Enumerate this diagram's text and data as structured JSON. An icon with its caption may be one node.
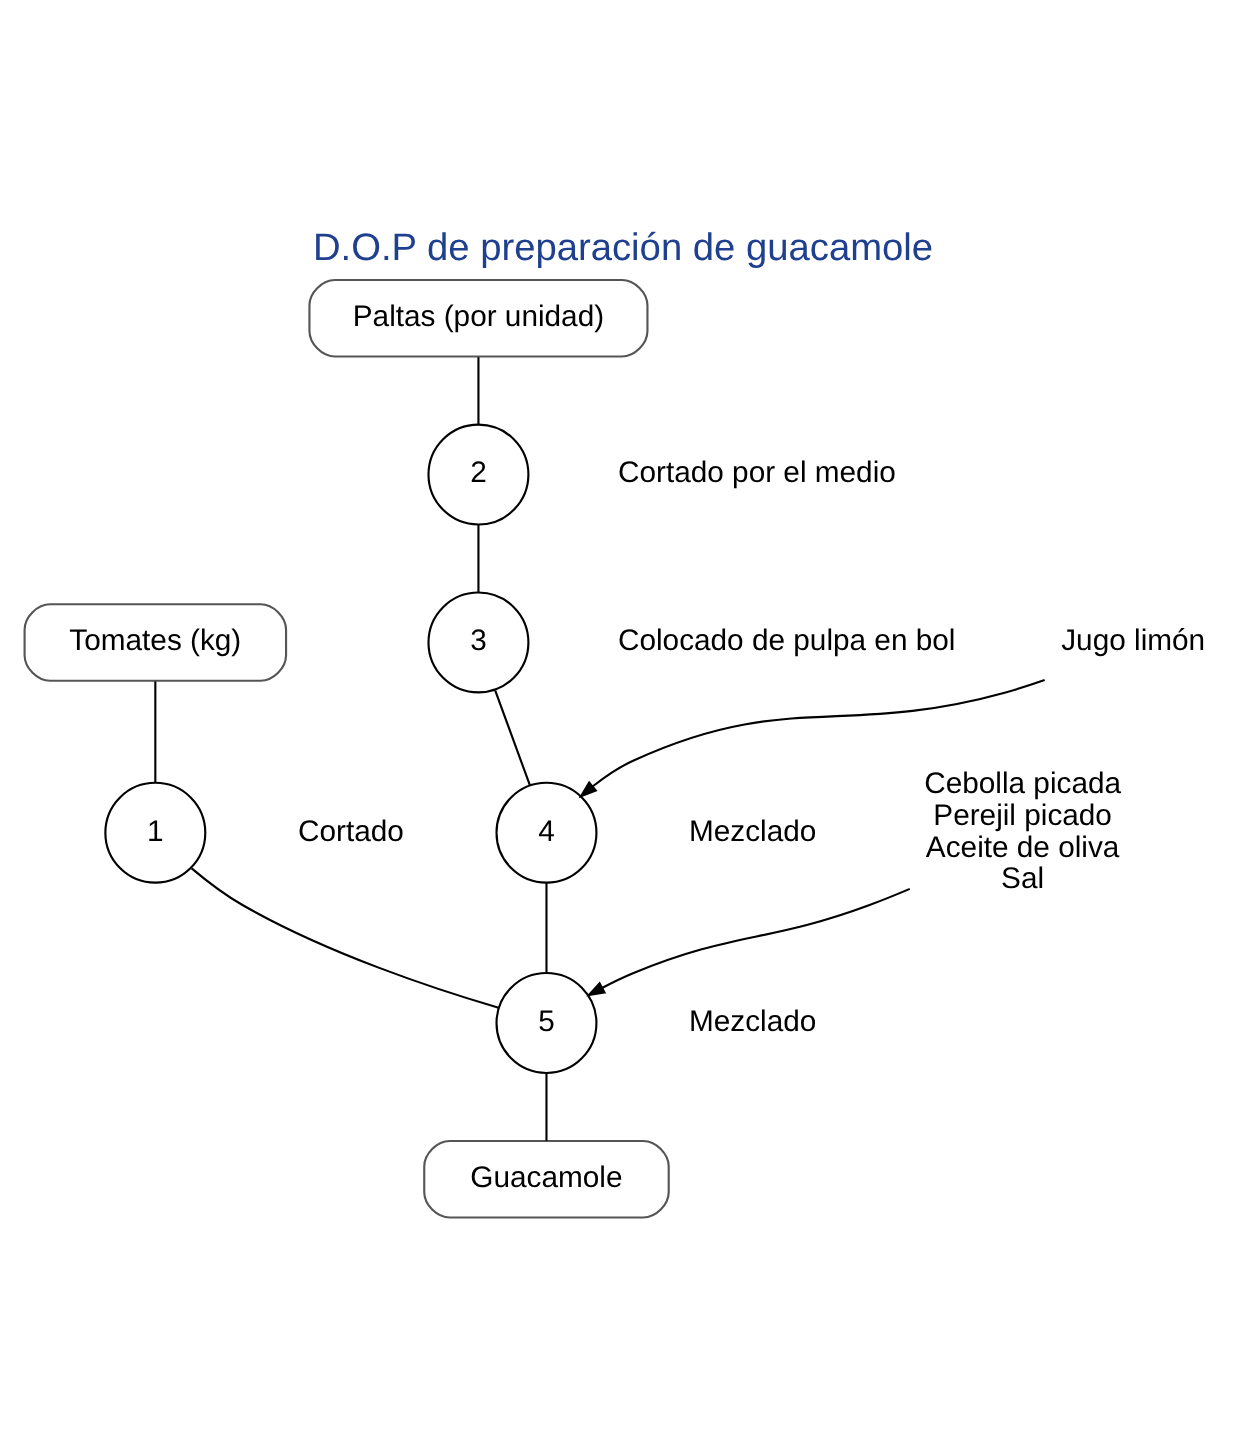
{
  "diagram": {
    "title": "D.O.P de preparación de guacamole",
    "nodes": [
      {
        "text": [
          "Tomates (kg)"
        ]
      },
      {
        "text": [
          "Paltas (por unidad)"
        ]
      },
      {
        "text": [
          "1"
        ],
        "beside": [
          "Cortado"
        ]
      },
      {
        "text": [
          "2"
        ],
        "beside": [
          "Cortado por el medio"
        ]
      },
      {
        "text": [
          "3"
        ],
        "beside": [
          "Colocado de pulpa en bol"
        ]
      },
      {
        "text": [
          "Jugo limón"
        ]
      },
      {
        "text": [
          "4"
        ],
        "beside": [
          "Mezclado"
        ]
      },
      {
        "text": [
          "Cebolla picada",
          "Perejil picado",
          "Aceite de oliva",
          "Sal"
        ]
      },
      {
        "text": [
          "5"
        ],
        "beside": [
          "Mezclado"
        ]
      },
      {
        "text": [
          "Guacamole"
        ]
      }
    ],
    "edges": [
      {
        "from": 0,
        "to": 2,
        "arrow": "none"
      },
      {
        "from": 1,
        "to": 3,
        "arrow": "none"
      },
      {
        "from": 3,
        "to": 4,
        "arrow": "none"
      },
      {
        "from": 5,
        "to": 6,
        "arrow": "to"
      },
      {
        "from": 4,
        "to": 6,
        "arrow": "none"
      },
      {
        "from": 2,
        "to": 8,
        "arrow": "none"
      },
      {
        "from": 7,
        "to": 8,
        "arrow": "to"
      },
      {
        "from": 6,
        "to": 8,
        "arrow": "none"
      },
      {
        "from": 8,
        "to": 9,
        "arrow": "none"
      }
    ]
  }
}
